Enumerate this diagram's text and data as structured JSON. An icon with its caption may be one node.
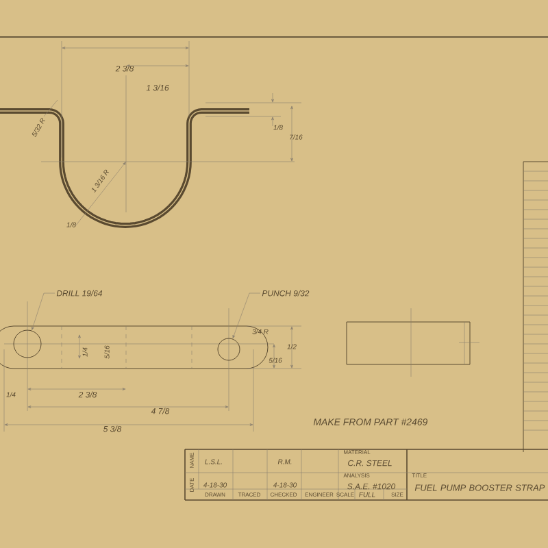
{
  "diagram": {
    "nodes": [
      {
        "text": [
          "DRILL 19/64"
        ]
      },
      {
        "text": [],
        "shape": "circle"
      },
      {
        "text": [
          "PUNCH 9/32"
        ]
      },
      {
        "text": [],
        "shape": "circle"
      }
    ],
    "edges": [
      {
        "from": 0,
        "to": 1,
        "arrow": "to"
      },
      {
        "from": 2,
        "to": 3,
        "arrow": "to"
      }
    ],
    "labels": [
      "2 3/8",
      "1 3/16",
      "5/32 R",
      "1/8",
      "7/16",
      "1 3/16 R",
      "1/8",
      "3/4 R",
      "1/4",
      "5/16",
      "1/2",
      "5/16",
      "1/4",
      "2 3/8",
      "4 7/8",
      "5 3/8",
      "MAKE FROM PART #2469",
      "NAME",
      "DATE",
      "L.S.L.",
      "R.M.",
      "MATERIAL",
      "C.R. STEEL",
      "4-18-30",
      "4-18-30",
      "ANALYSIS",
      "S.A.E. #1020",
      "TITLE",
      "FUEL PUMP BOOSTER STRAP",
      "DRAWN",
      "TRACED",
      "CHECKED",
      "ENGINEER",
      "SCALE",
      "FULL",
      "SIZE"
    ]
  }
}
